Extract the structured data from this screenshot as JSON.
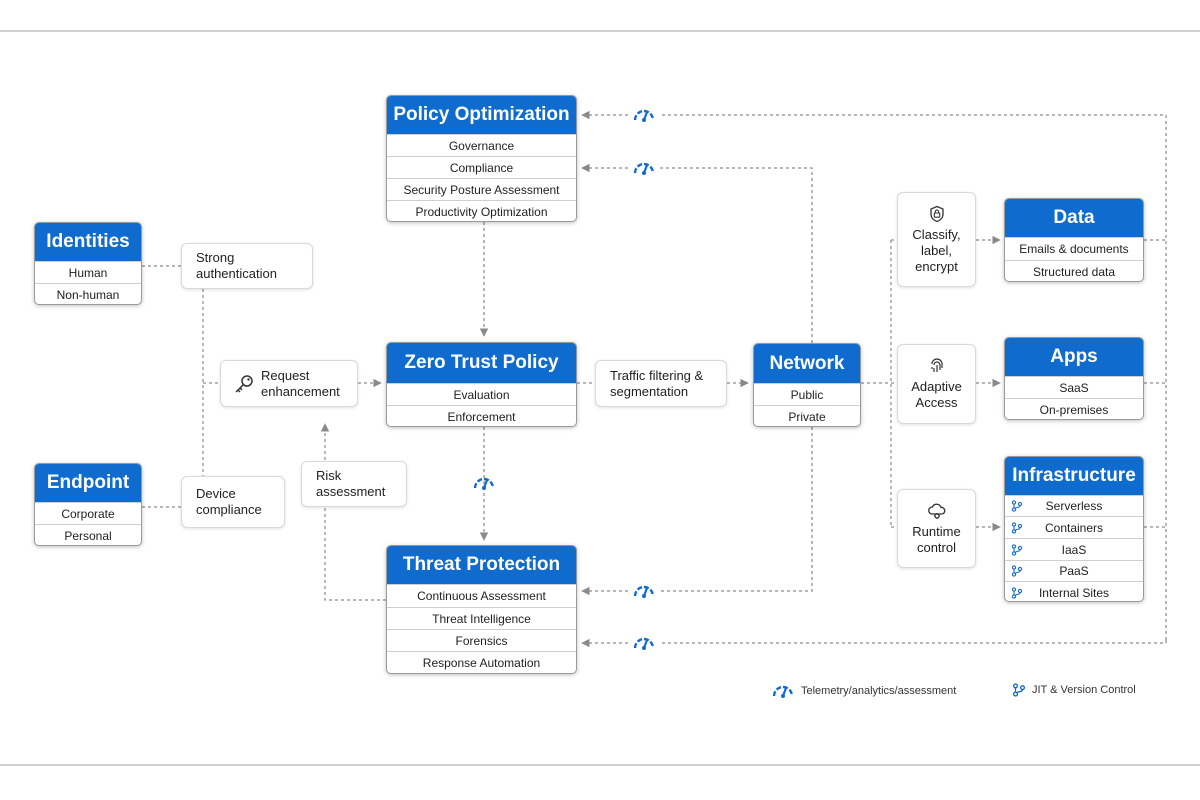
{
  "policy_optimization": {
    "title": "Policy Optimization",
    "items": [
      "Governance",
      "Compliance",
      "Security Posture Assessment",
      "Productivity Optimization"
    ]
  },
  "identities": {
    "title": "Identities",
    "items": [
      "Human",
      "Non-human"
    ]
  },
  "endpoint": {
    "title": "Endpoint",
    "items": [
      "Corporate",
      "Personal"
    ]
  },
  "strong_authentication": "Strong\nauthentication",
  "request_enhancement": "Request\nenhancement",
  "risk_assessment": "Risk\nassessment",
  "device_compliance": "Device\ncompliance",
  "zero_trust_policy": {
    "title": "Zero Trust Policy",
    "items": [
      "Evaluation",
      "Enforcement"
    ]
  },
  "traffic_filtering": "Traffic filtering &\nsegmentation",
  "network": {
    "title": "Network",
    "items": [
      "Public",
      "Private"
    ]
  },
  "threat_protection": {
    "title": "Threat Protection",
    "items": [
      "Continuous Assessment",
      "Threat Intelligence",
      "Forensics",
      "Response Automation"
    ]
  },
  "classify": "Classify,\nlabel,\nencrypt",
  "adaptive_access": "Adaptive\nAccess",
  "runtime_control": "Runtime\ncontrol",
  "data": {
    "title": "Data",
    "items": [
      "Emails & documents",
      "Structured data"
    ]
  },
  "apps": {
    "title": "Apps",
    "items": [
      "SaaS",
      "On-premises"
    ]
  },
  "infrastructure": {
    "title": "Infrastructure",
    "items": [
      "Serverless",
      "Containers",
      "IaaS",
      "PaaS",
      "Internal Sites"
    ]
  },
  "legend": {
    "telemetry": "Telemetry/analytics/assessment",
    "jit": "JIT & Version Control"
  },
  "colors": {
    "accent": "#0f6cce",
    "line": "#8a8a8a"
  }
}
